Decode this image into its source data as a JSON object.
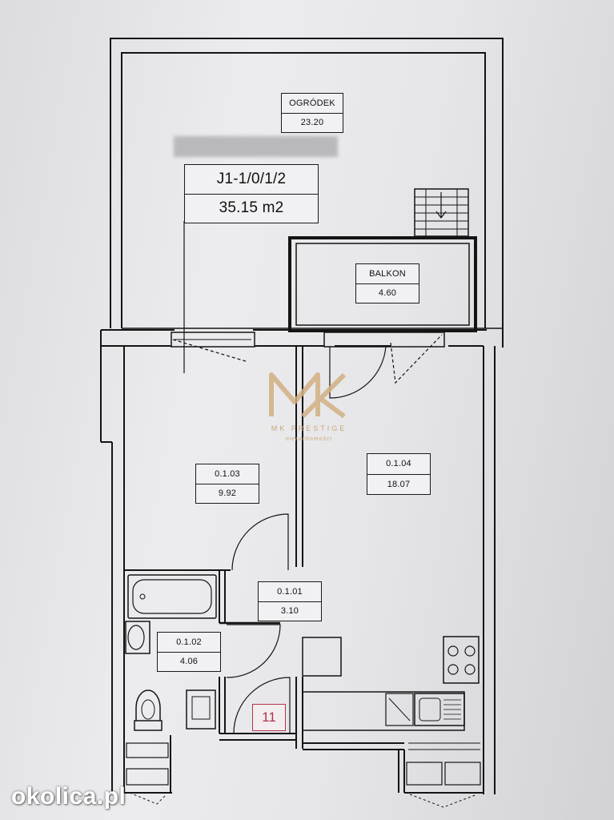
{
  "unit": {
    "code": "J1-1/0/1/2",
    "area": "35.15 m2"
  },
  "rooms": [
    {
      "id": "garden",
      "name": "OGRÓDEK",
      "area": "23.20"
    },
    {
      "id": "balcony",
      "name": "BALKON",
      "area": "4.60"
    },
    {
      "id": "room-0103",
      "name": "0.1.03",
      "area": "9.92"
    },
    {
      "id": "room-0104",
      "name": "0.1.04",
      "area": "18.07"
    },
    {
      "id": "room-0101",
      "name": "0.1.01",
      "area": "3.10"
    },
    {
      "id": "room-0102",
      "name": "0.1.02",
      "area": "4.06"
    }
  ],
  "unit_number": "11",
  "watermark": {
    "brand": "MK PRESTIGE",
    "tagline": "nieruchomości"
  },
  "site_watermark": "okolica.pl",
  "colors": {
    "walls": "#141414",
    "unit_number": "#b3334a",
    "watermark": "#c9a877"
  }
}
